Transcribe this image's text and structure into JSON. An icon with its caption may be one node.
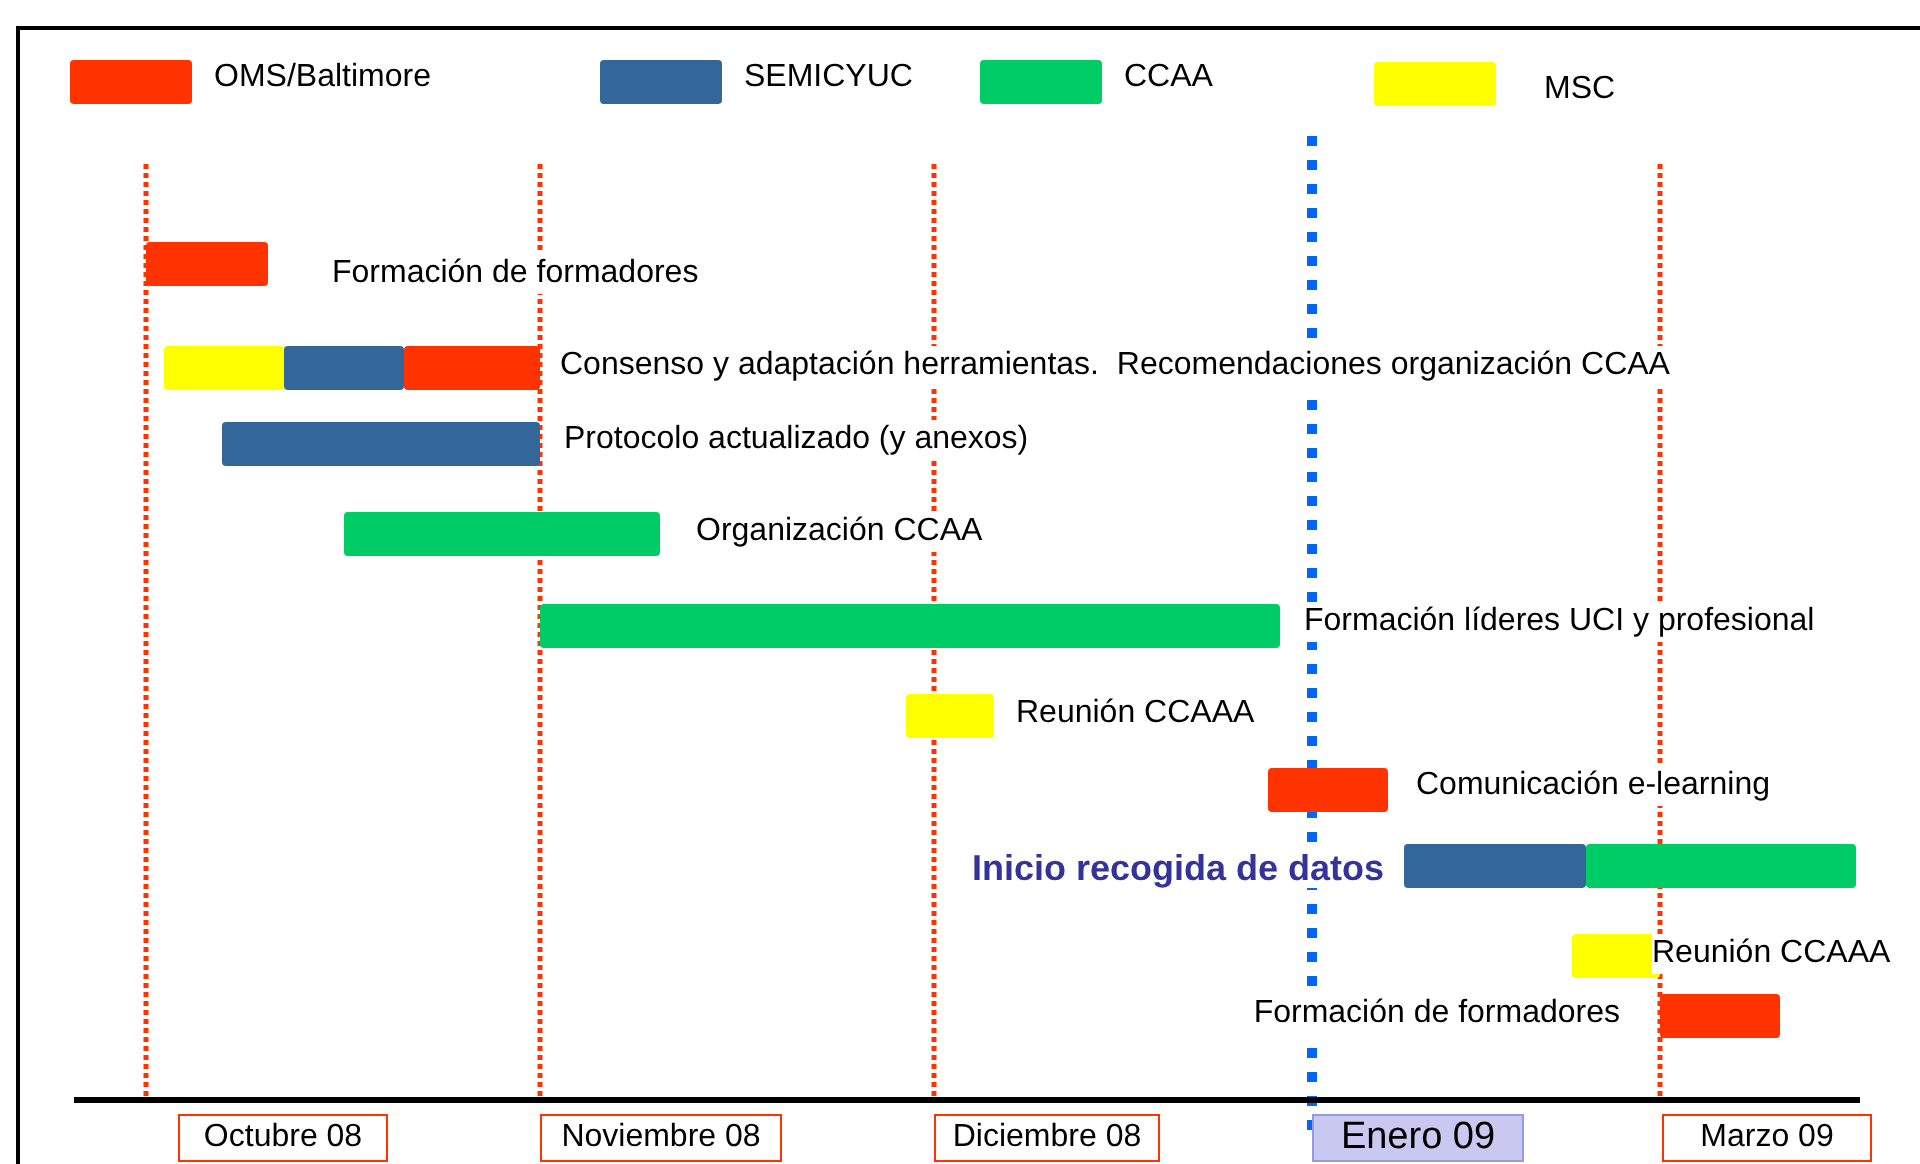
{
  "diagram": {
    "nodes": [
      {
        "text": [],
        "shape": "bar"
      },
      {
        "text": [],
        "shape": "bar"
      },
      {
        "text": [],
        "shape": "bar"
      },
      {
        "text": [],
        "shape": "bar"
      },
      {
        "text": [],
        "shape": "bar"
      },
      {
        "text": [],
        "shape": "bar"
      },
      {
        "text": [],
        "shape": "bar"
      },
      {
        "text": [],
        "shape": "bar"
      },
      {
        "text": [],
        "shape": "bar"
      },
      {
        "text": [],
        "shape": "bar"
      },
      {
        "text": [],
        "shape": "bar"
      },
      {
        "text": [],
        "shape": "bar"
      },
      {
        "text": [],
        "shape": "bar"
      },
      {
        "text": [
          "Octubre 08"
        ]
      },
      {
        "text": [
          "Noviembre 08"
        ]
      },
      {
        "text": [
          "Diciembre 08"
        ]
      },
      {
        "text": [
          "Enero 09"
        ]
      },
      {
        "text": [
          "Marzo 09"
        ]
      }
    ],
    "labels": [
      "Formación de formadores",
      "Consenso y adaptación herramientas.  Recomendaciones organización CCAA",
      "Protocolo actualizado (y anexos)",
      "Organización CCAA",
      "Formación líderes UCI y profesional",
      "Reunión CCAAA",
      "Comunicación e-learning",
      "Inicio recogida de datos",
      "Reunión CCAAA",
      "Formación de formadores"
    ],
    "legend": [
      {
        "text": "OMS/Baltimore",
        "color": "#ff3300"
      },
      {
        "text": "SEMICYUC",
        "color": "#336699"
      },
      {
        "text": "CCAA",
        "color": "#00cc66"
      },
      {
        "text": "MSC",
        "color": "#ffff00"
      }
    ]
  }
}
